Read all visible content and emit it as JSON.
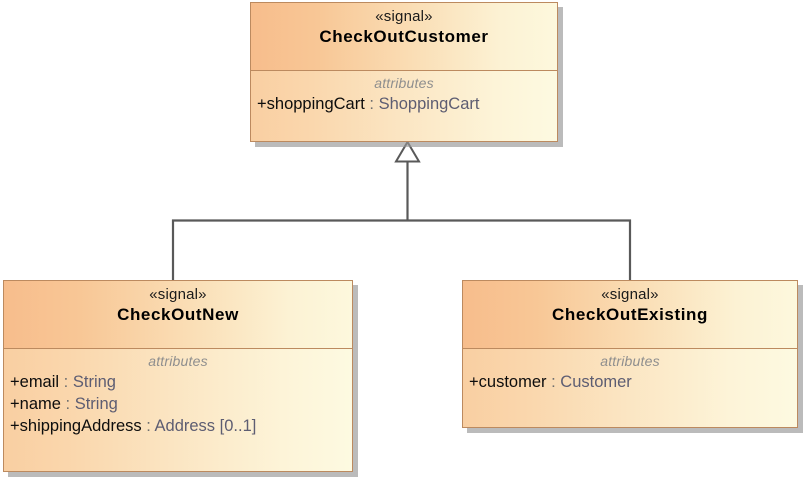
{
  "diagram": {
    "kind": "uml-class-diagram",
    "relationship": "generalization",
    "colors": {
      "header_gradient_start": "#f7bd8c",
      "header_gradient_end": "#fdf8dd",
      "body_gradient_start": "#f9cfa2",
      "body_gradient_end": "#fdfae1",
      "border": "#bc8a5f",
      "shadow": "#969696",
      "connector": "#595959",
      "type_text": "#5d5d72",
      "section_label_text": "#8e8e8e"
    }
  },
  "classes": {
    "parent": {
      "stereotype": "«signal»",
      "name": "CheckOutCustomer",
      "section_label": "attributes",
      "attributes": [
        {
          "visibility": "+",
          "name": "shoppingCart",
          "sep": ":",
          "type": "ShoppingCart",
          "multiplicity": ""
        }
      ]
    },
    "child_left": {
      "stereotype": "«signal»",
      "name": "CheckOutNew",
      "section_label": "attributes",
      "attributes": [
        {
          "visibility": "+",
          "name": "email",
          "sep": ":",
          "type": "String",
          "multiplicity": ""
        },
        {
          "visibility": "+",
          "name": "name",
          "sep": ":",
          "type": "String",
          "multiplicity": ""
        },
        {
          "visibility": "+",
          "name": "shippingAddress",
          "sep": ":",
          "type": "Address",
          "multiplicity": "[0..1]"
        }
      ]
    },
    "child_right": {
      "stereotype": "«signal»",
      "name": "CheckOutExisting",
      "section_label": "attributes",
      "attributes": [
        {
          "visibility": "+",
          "name": "customer",
          "sep": ":",
          "type": "Customer",
          "multiplicity": ""
        }
      ]
    }
  }
}
